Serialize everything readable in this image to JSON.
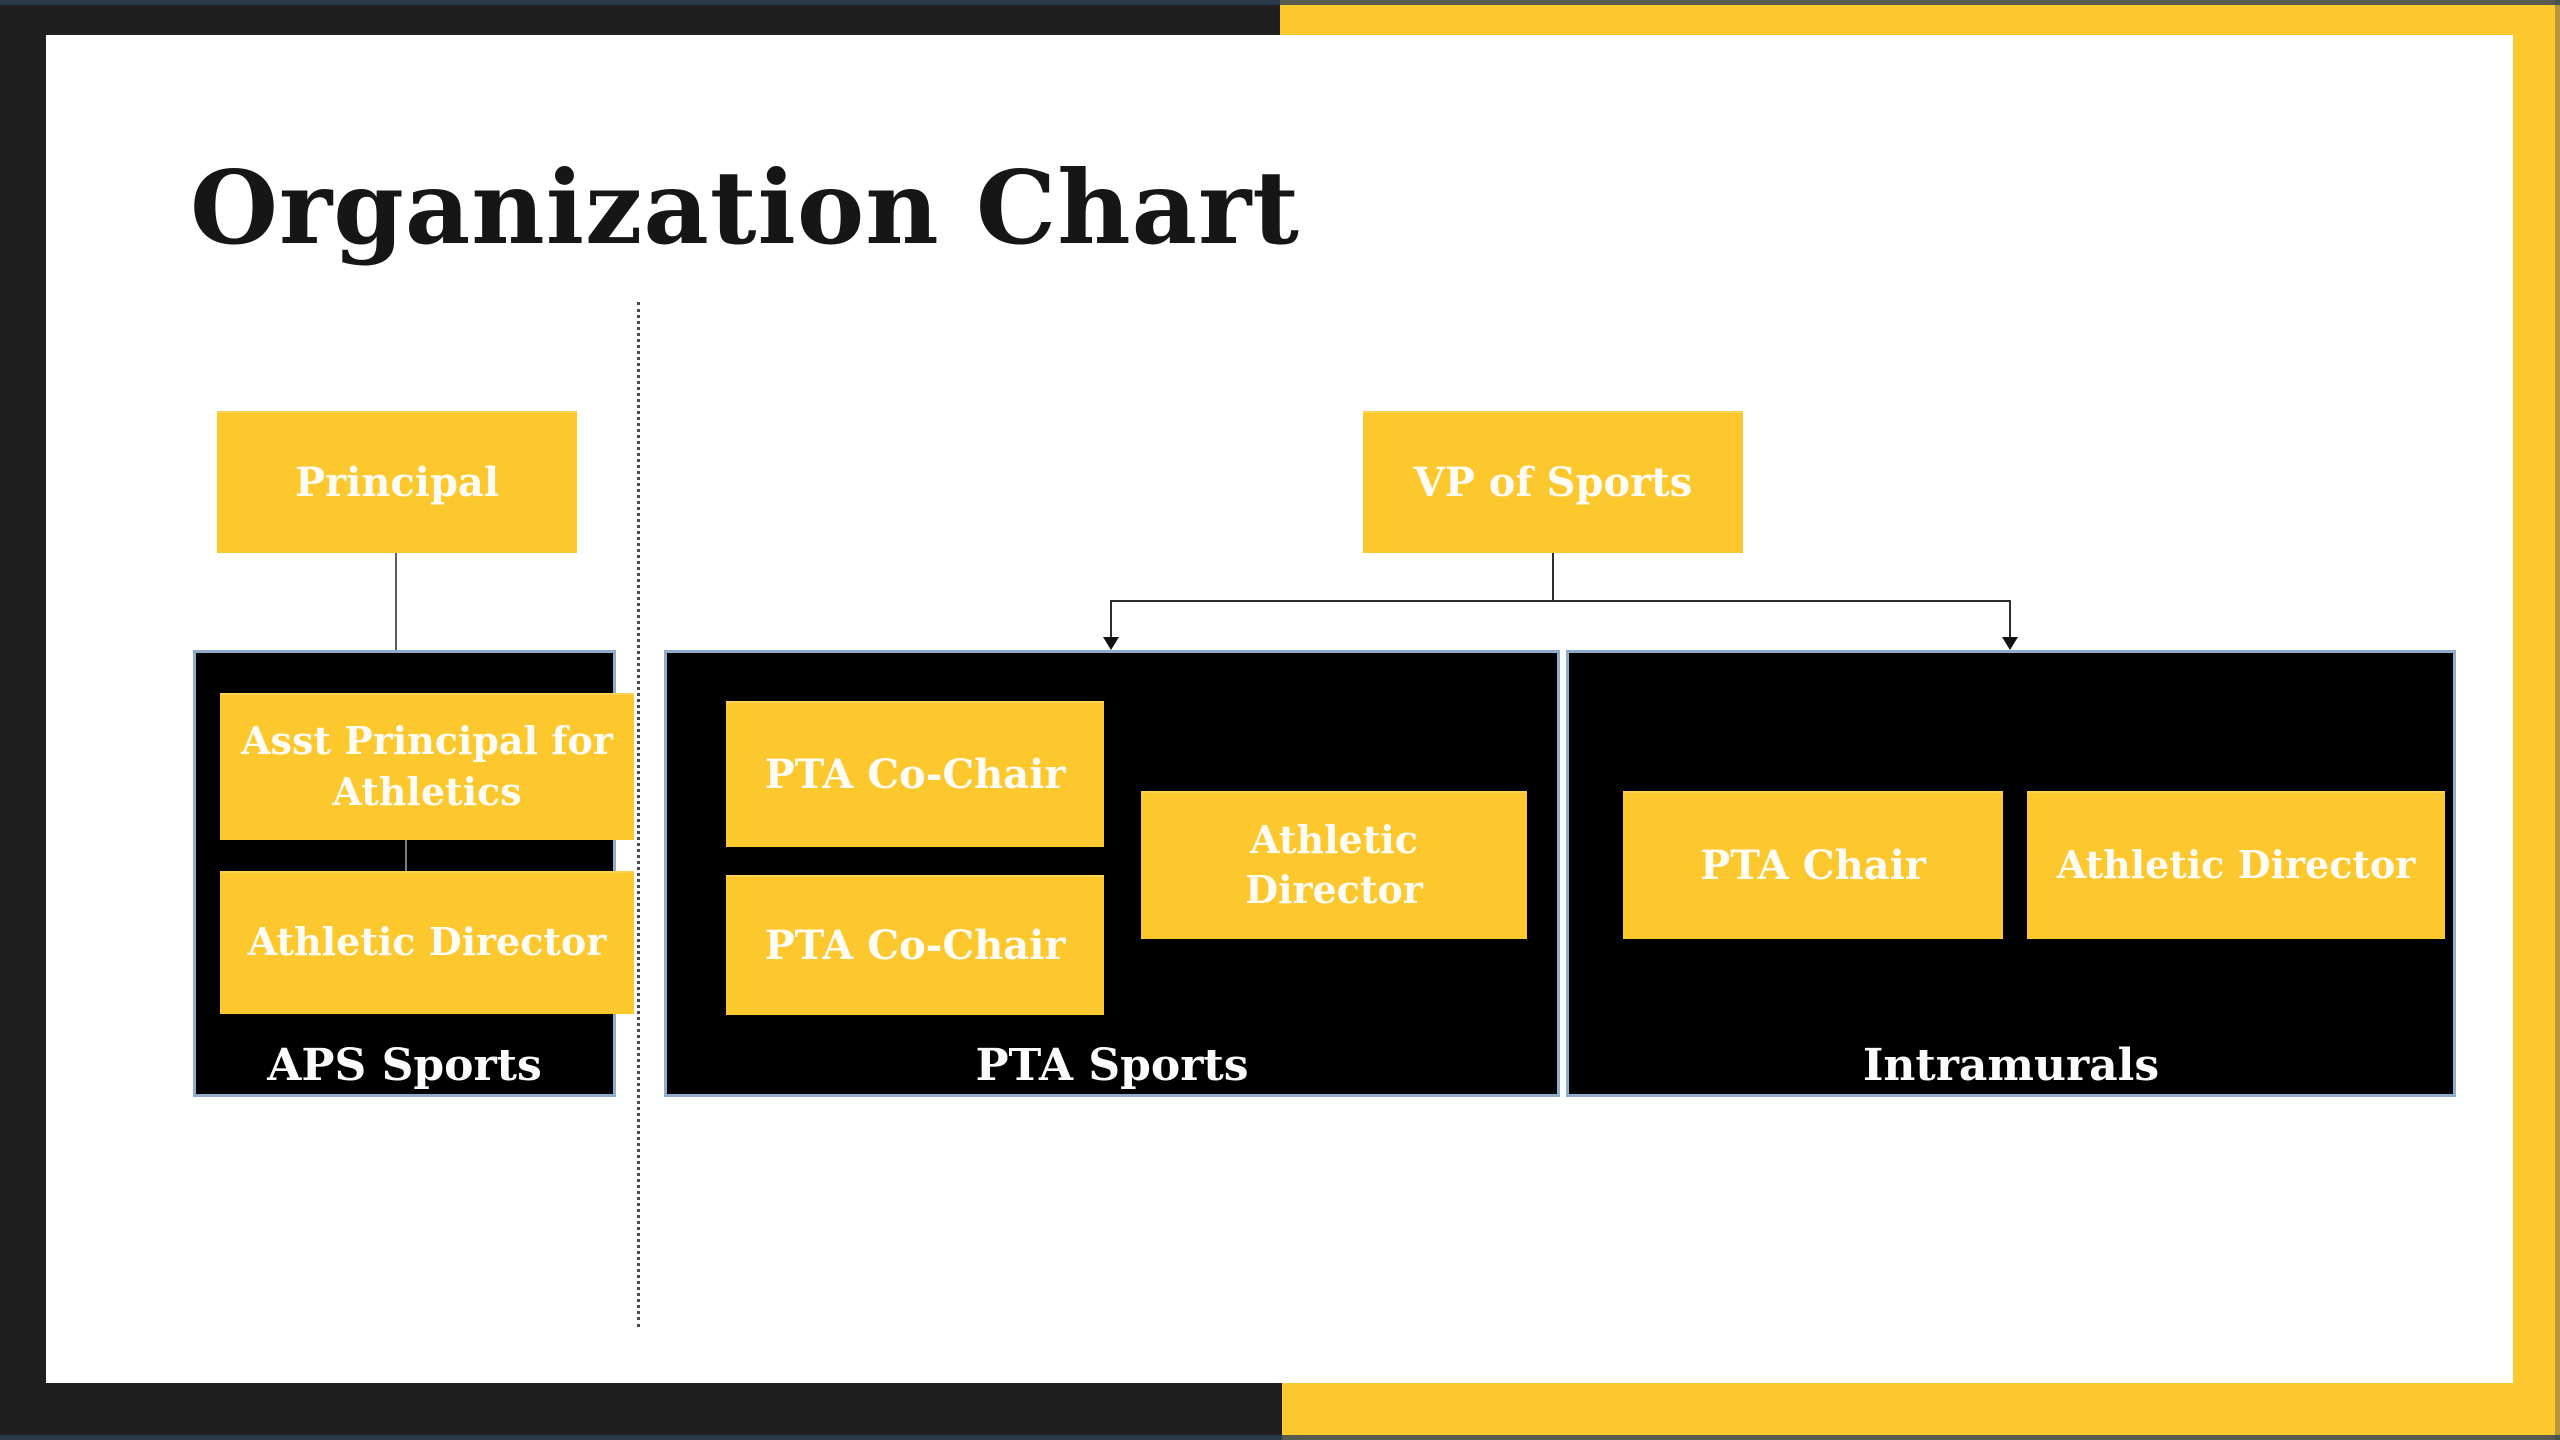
{
  "title": "Organization Chart",
  "colors": {
    "yellow": "#FDC72E",
    "frame_black": "#1F1F1F",
    "container_black": "#000000",
    "container_border": "#8FADCB",
    "accent_line": "#2D4055",
    "box_text": "#FFFDF6",
    "title_text": "#161616"
  },
  "aps_group": {
    "principal_box": "Principal",
    "asst_principal_box": "Asst Principal for Athletics",
    "athletic_director_box": "Athletic Director",
    "container_label": "APS Sports"
  },
  "vp_group": {
    "vp_box": "VP of Sports",
    "pta_sports": {
      "co_chair_box_1": "PTA Co-Chair",
      "co_chair_box_2": "PTA Co-Chair",
      "athletic_director_box": "Athletic Director",
      "container_label": "PTA Sports"
    },
    "intramurals": {
      "pta_chair_box": "PTA Chair",
      "athletic_director_box": "Athletic Director",
      "container_label": "Intramurals"
    }
  }
}
